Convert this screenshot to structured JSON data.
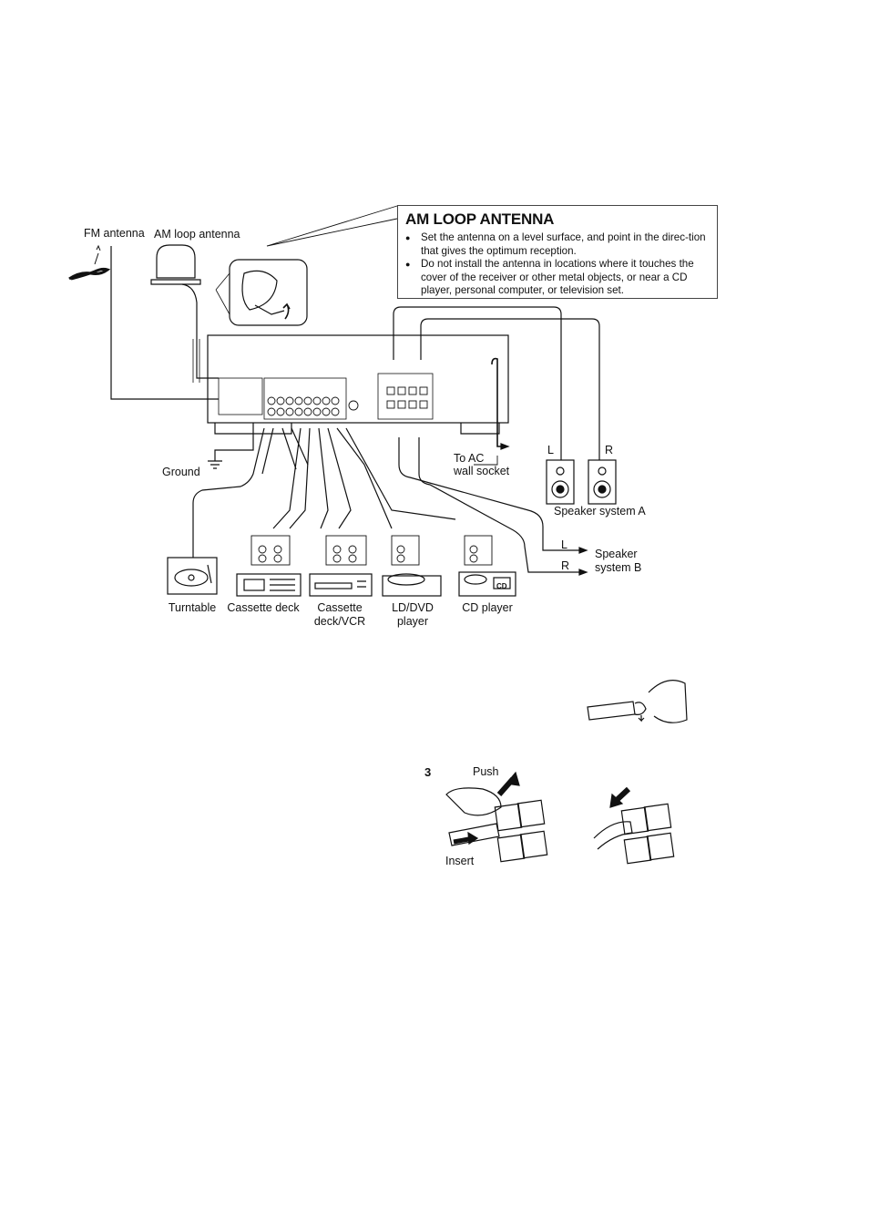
{
  "labels": {
    "fm_antenna": "FM antenna",
    "am_loop_antenna": "AM loop antenna",
    "ground": "Ground",
    "to_ac_line1": "To AC",
    "to_ac_line2": "wall socket",
    "speaker_l": "L",
    "speaker_r": "R",
    "speaker_system_a": "Speaker system A",
    "speaker_b_l": "L",
    "speaker_b_r": "R",
    "speaker_system_b_line1": "Speaker",
    "speaker_system_b_line2": "system B",
    "turntable": "Turntable",
    "cassette_deck": "Cassette deck",
    "cassette_vcr_line1": "Cassette",
    "cassette_vcr_line2": "deck/VCR",
    "lddvd_line1": "LD/DVD",
    "lddvd_line2": "player",
    "cd_player": "CD player"
  },
  "callout": {
    "title": "AM LOOP ANTENNA",
    "bullets": [
      "Set the antenna on a level surface, and point in the direc-tion that gives the optimum reception.",
      "Do not install the antenna in locations where it touches the cover of the receiver or other metal objects, or near a CD player, personal computer, or television set."
    ]
  },
  "step3": {
    "number": "3",
    "push": "Push",
    "insert": "Insert"
  },
  "panel_text": {
    "cd": "CD"
  }
}
